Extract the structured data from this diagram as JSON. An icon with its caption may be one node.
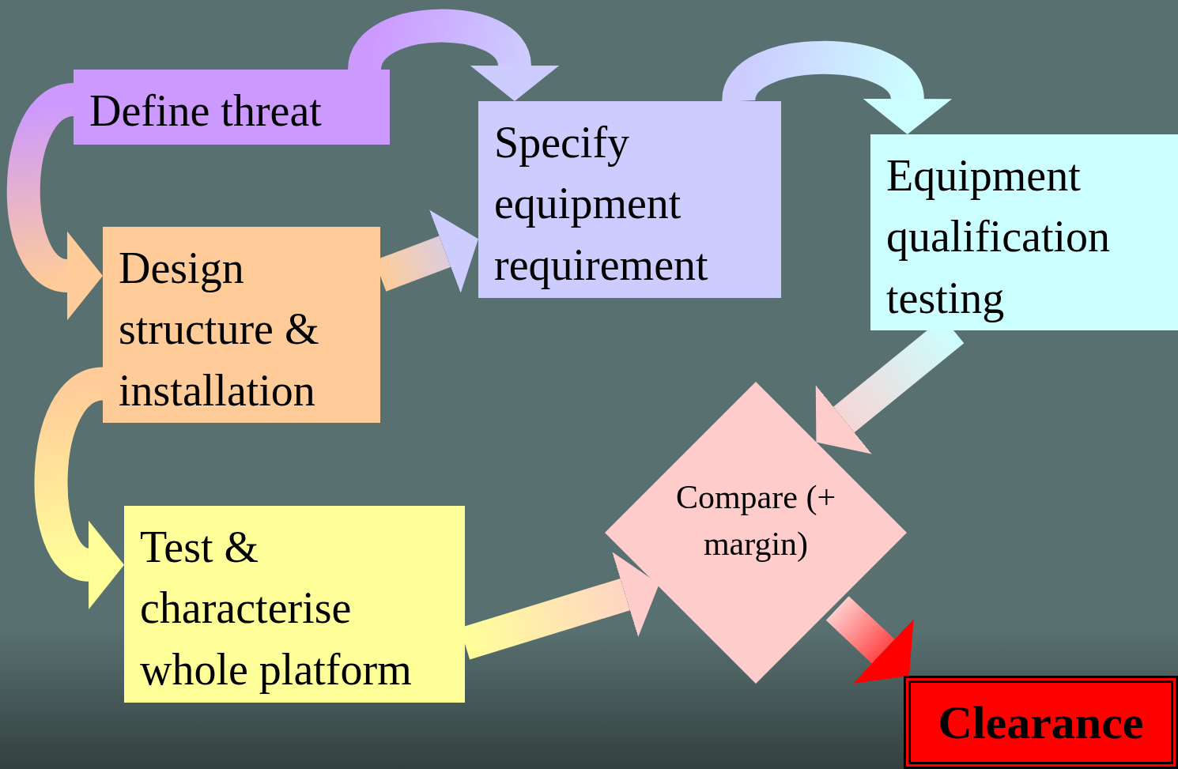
{
  "diagram": {
    "nodes": [
      {
        "text": [
          "Define threat"
        ]
      },
      {
        "text": [
          "Specify equipment requirement"
        ]
      },
      {
        "text": [
          "Equipment qualification testing"
        ]
      },
      {
        "text": [
          "Design structure & installation"
        ]
      },
      {
        "text": [
          "Test & characterise whole platform"
        ]
      },
      {
        "text": [
          "Compare (+ margin)"
        ]
      },
      {
        "text": [
          "Clearance"
        ]
      }
    ],
    "edges": [
      {
        "from": 0,
        "to": 1,
        "arrow": "to"
      },
      {
        "from": 1,
        "to": 2,
        "arrow": "to"
      },
      {
        "from": 0,
        "to": 3,
        "arrow": "to"
      },
      {
        "from": 3,
        "to": 1,
        "arrow": "to"
      },
      {
        "from": 3,
        "to": 4,
        "arrow": "to"
      },
      {
        "from": 4,
        "to": 5,
        "arrow": "to"
      },
      {
        "from": 2,
        "to": 5,
        "arrow": "to"
      },
      {
        "from": 5,
        "to": 6,
        "arrow": "to"
      }
    ]
  }
}
